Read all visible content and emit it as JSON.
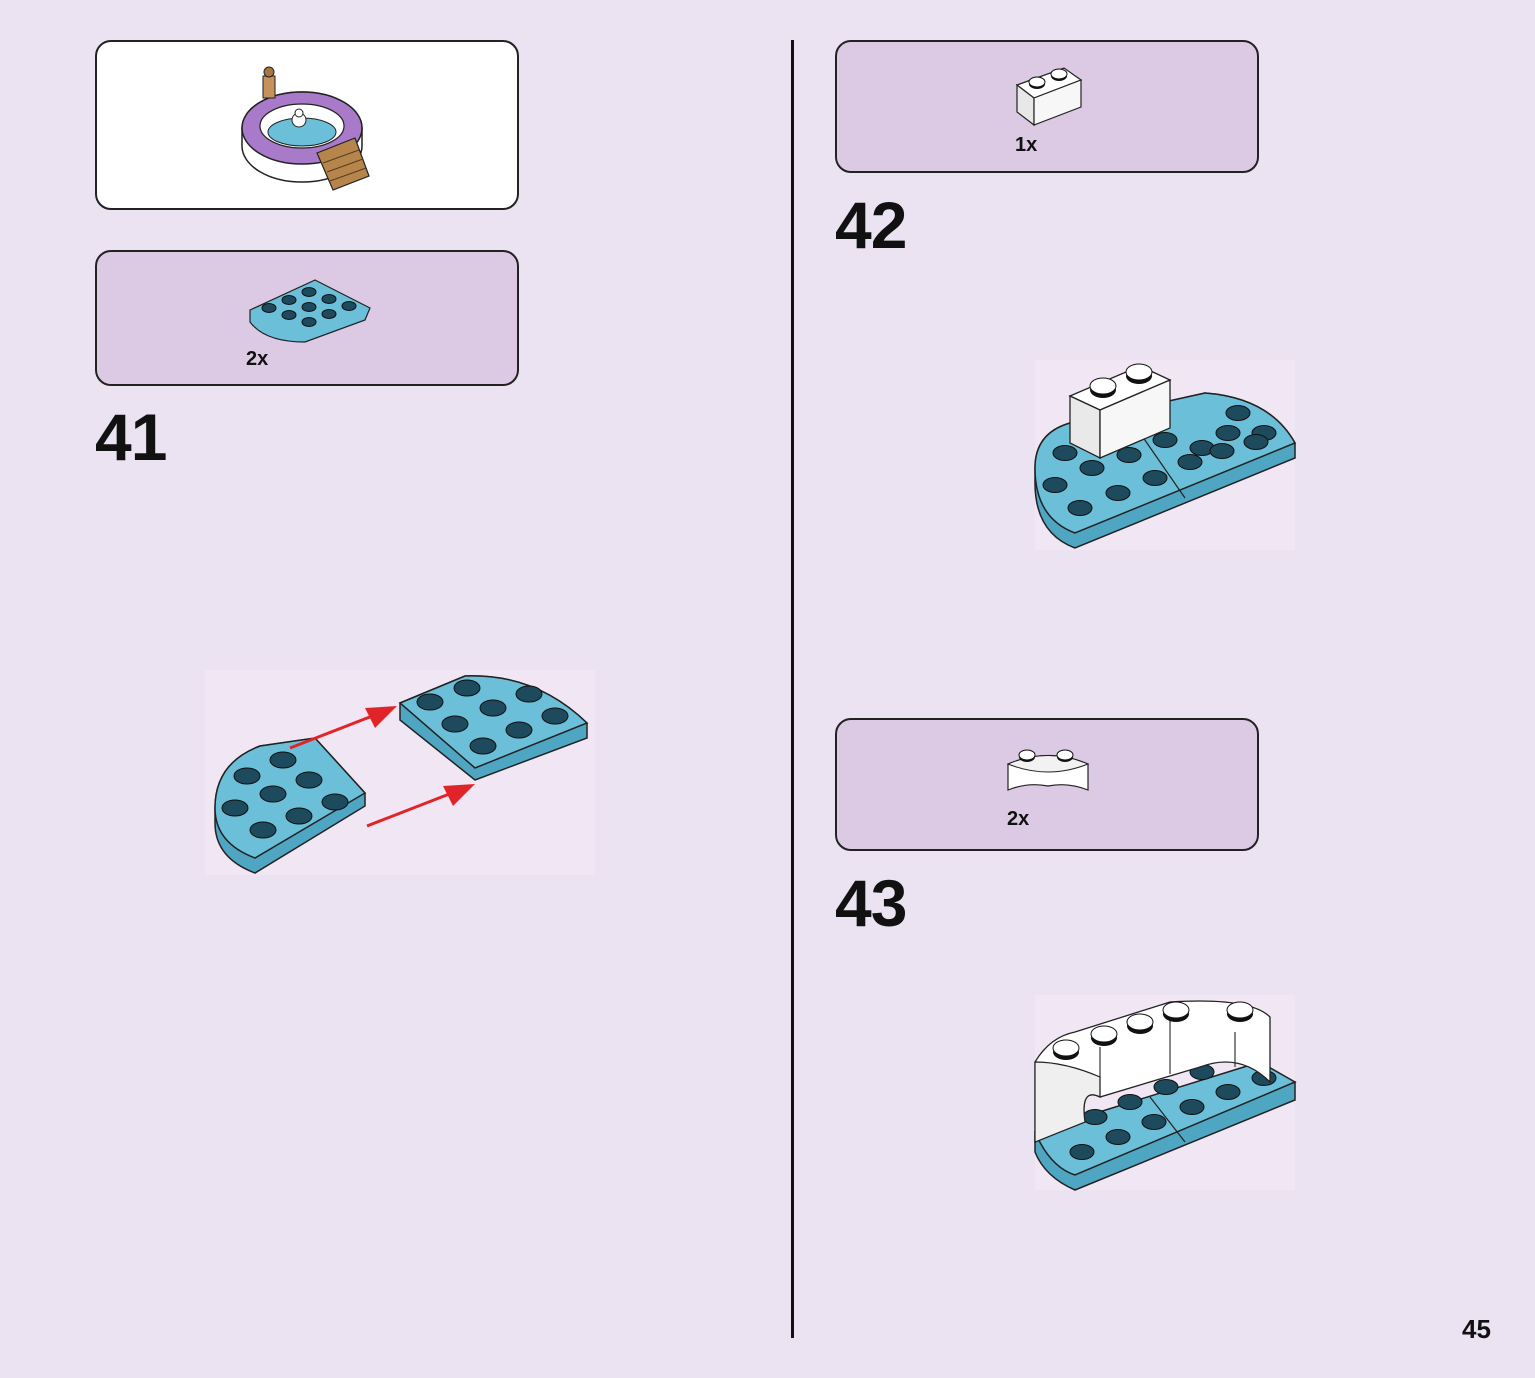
{
  "colors": {
    "page_background": "#ebe3f1",
    "parts_box": "#dccae4",
    "plate_blue": "#6cbfd9",
    "brick_white": "#ffffff",
    "arrow_red": "#e02428"
  },
  "overview": {
    "image": "finished-pool-model"
  },
  "steps": [
    {
      "number": "41",
      "parts": [
        {
          "part": "blue-round-corner-plate",
          "quantity": "2x"
        }
      ]
    },
    {
      "number": "42",
      "parts": [
        {
          "part": "white-brick-1x2",
          "quantity": "1x"
        }
      ]
    },
    {
      "number": "43",
      "parts": [
        {
          "part": "white-round-corner-brick",
          "quantity": "2x"
        }
      ]
    }
  ],
  "page_number": "45"
}
